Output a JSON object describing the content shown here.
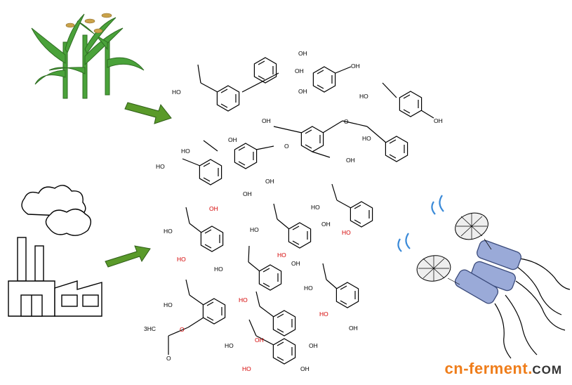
{
  "watermark": {
    "main": "cn-ferment",
    "dot": ".",
    "tld": "COM"
  },
  "labels": {
    "oh": "OH",
    "ho": "HO",
    "o": "O",
    "methyl": "3HC"
  },
  "colors": {
    "arrow": "#5a9a2a",
    "plant": "#3a8a2a",
    "microbe": "#9aaad8",
    "signal": "#3a8ad8",
    "red_label": "#d40000"
  }
}
